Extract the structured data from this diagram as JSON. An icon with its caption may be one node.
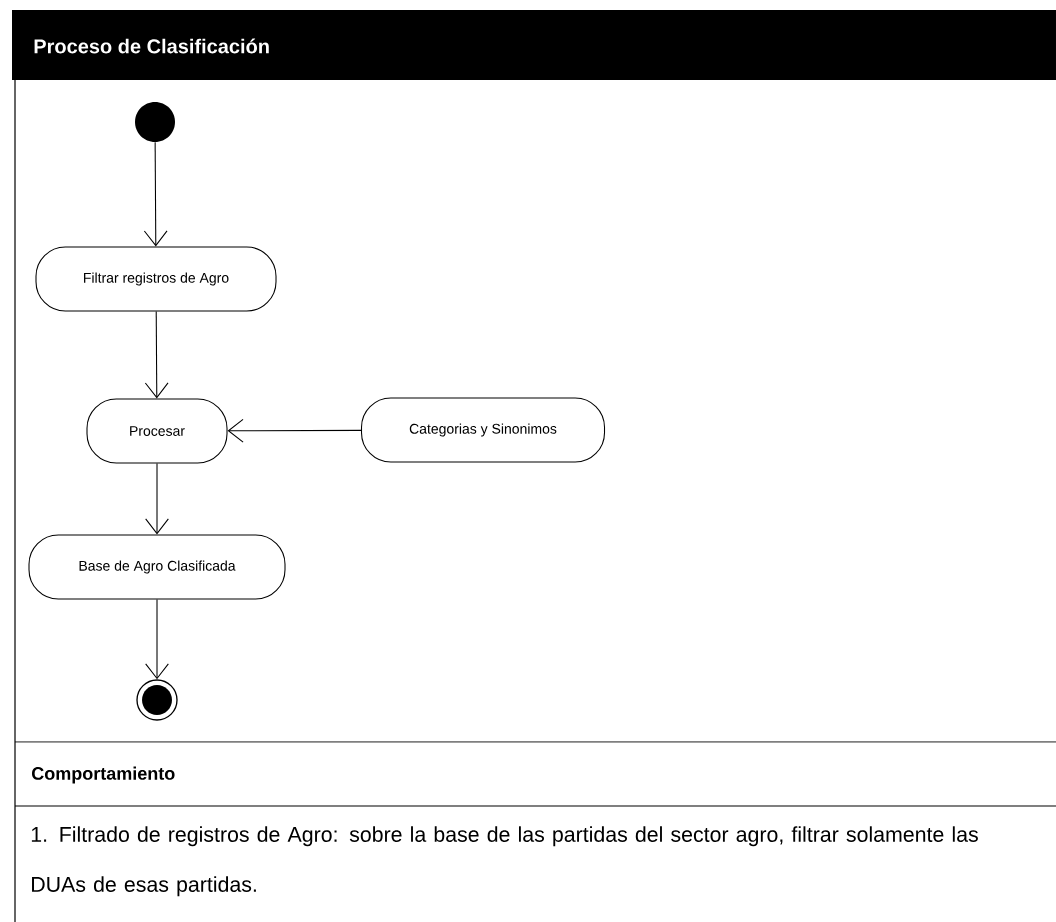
{
  "diagram": {
    "title": "Proceso de Clasificación",
    "nodes": [
      {
        "text": [],
        "shape": "circle"
      },
      {
        "text": [
          "Filtrar registros de Agro"
        ]
      },
      {
        "text": [
          "Procesar"
        ]
      },
      {
        "text": [
          "Categorias y Sinonimos"
        ]
      },
      {
        "text": [
          "Base de Agro Clasificada"
        ]
      },
      {
        "text": [],
        "shape": "circle"
      }
    ],
    "edges": [
      {
        "from": 0,
        "to": 1,
        "arrow": "to"
      },
      {
        "from": 1,
        "to": 2,
        "arrow": "to"
      },
      {
        "from": 3,
        "to": 2,
        "arrow": "to"
      },
      {
        "from": 2,
        "to": 4,
        "arrow": "to"
      },
      {
        "from": 4,
        "to": 5,
        "arrow": "to"
      }
    ],
    "labels": [
      "Comportamiento",
      "1. Filtrado de registros de Agro: sobre la base de las partidas del sector agro, filtrar solamente las DUAs de esas partidas."
    ]
  }
}
